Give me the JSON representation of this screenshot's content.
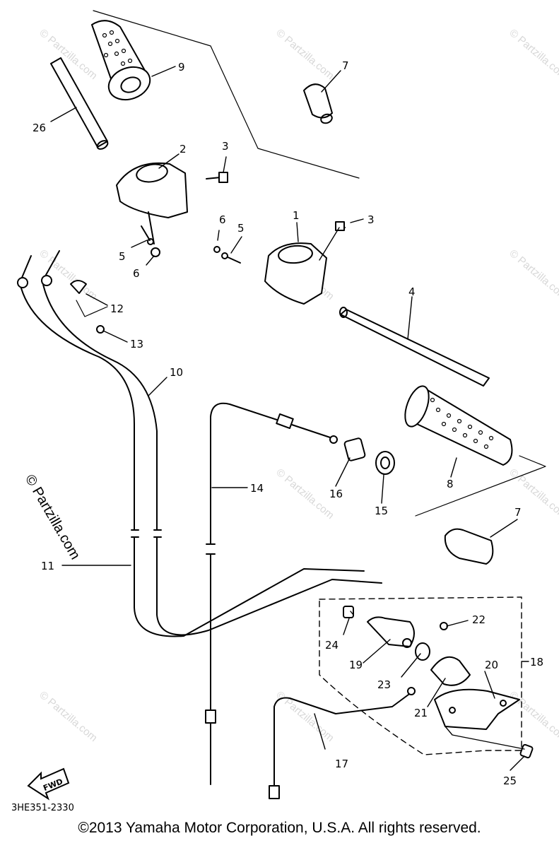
{
  "watermark": "© Partzilla.com",
  "drawing_code": "3HE351-2330",
  "fwd_label": "FWD",
  "copyright": "©2013  Yamaha Motor Corporation, U.S.A. All rights reserved.",
  "callouts": {
    "c1": "1",
    "c2": "2",
    "c3a": "3",
    "c3b": "3",
    "c4": "4",
    "c5a": "5",
    "c5b": "5",
    "c6a": "6",
    "c6b": "6",
    "c7a": "7",
    "c7b": "7",
    "c8": "8",
    "c9": "9",
    "c10": "10",
    "c11": "11",
    "c12": "12",
    "c13": "13",
    "c14": "14",
    "c15": "15",
    "c16": "16",
    "c17": "17",
    "c18": "18",
    "c19": "19",
    "c20": "20",
    "c21": "21",
    "c22": "22",
    "c23": "23",
    "c24": "24",
    "c25": "25",
    "c26": "26"
  }
}
